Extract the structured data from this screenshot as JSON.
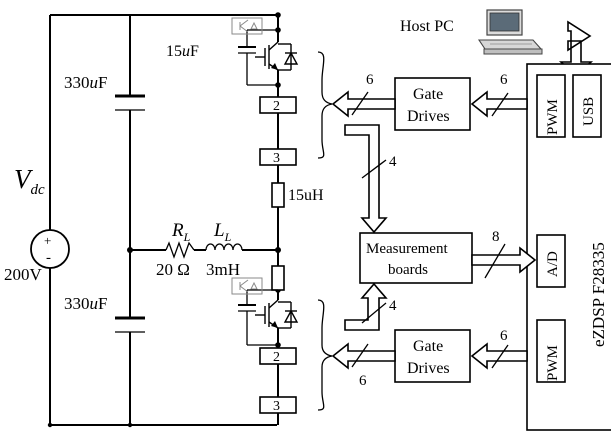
{
  "source": {
    "symbol": "V",
    "subscript": "dc",
    "value": "200V",
    "plus": "+",
    "minus": "-"
  },
  "dc_link": {
    "cap_top": "330uF",
    "cap_bottom": "330uF",
    "unit_prefix": "330",
    "unit_mid": "u",
    "unit_suffix": "F"
  },
  "load": {
    "r_symbol": "R",
    "r_sub": "L",
    "r_value": "20 Ω",
    "l_symbol": "L",
    "l_sub": "L",
    "l_value": "3mH"
  },
  "snubber_cap": "15uF",
  "inductor": "15uH",
  "sensor_labels": [
    "2",
    "3",
    "2",
    "3"
  ],
  "host": {
    "label": "Host PC"
  },
  "gate_drives": {
    "top": [
      "Gate",
      "Drives"
    ],
    "bottom": [
      "Gate",
      "Drives"
    ]
  },
  "measurement": [
    "Measurement",
    "boards"
  ],
  "controller": {
    "name": "eZDSP  F28335",
    "blocks": [
      "PWM",
      "USB",
      "A/D",
      "PWM"
    ]
  },
  "bus_widths": {
    "gd_top_out": "6",
    "pc_to_gd_top": "6",
    "meas_top": "4",
    "meas_to_ad": "8",
    "meas_bottom": "4",
    "gd_bottom_out": "6",
    "pc_to_gd_bottom": "6"
  }
}
